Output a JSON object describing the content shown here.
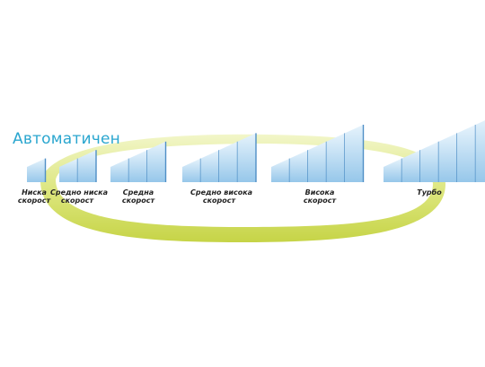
{
  "title": "Автоматичен",
  "colors": {
    "ring": "#d6e26a",
    "bar_fill_top": "#e3f1fb",
    "bar_fill_bottom": "#9ccbec",
    "bar_edge": "#4f8fc6",
    "baseline": "#8a9098",
    "title": "#2aa6cf"
  },
  "levels": [
    {
      "id": "level-1",
      "line1": "Ниска",
      "line2": "скорост",
      "bars": 1
    },
    {
      "id": "level-2",
      "line1": "Средно ниска",
      "line2": "скорост",
      "bars": 2
    },
    {
      "id": "level-3",
      "line1": "Средна",
      "line2": "скорост",
      "bars": 3
    },
    {
      "id": "level-4",
      "line1": "Средно висока",
      "line2": "скорост",
      "bars": 4
    },
    {
      "id": "level-5",
      "line1": "Висока",
      "line2": "скорост",
      "bars": 5
    },
    {
      "id": "level-6",
      "line1": "Турбо",
      "line2": "",
      "bars": 6
    }
  ]
}
